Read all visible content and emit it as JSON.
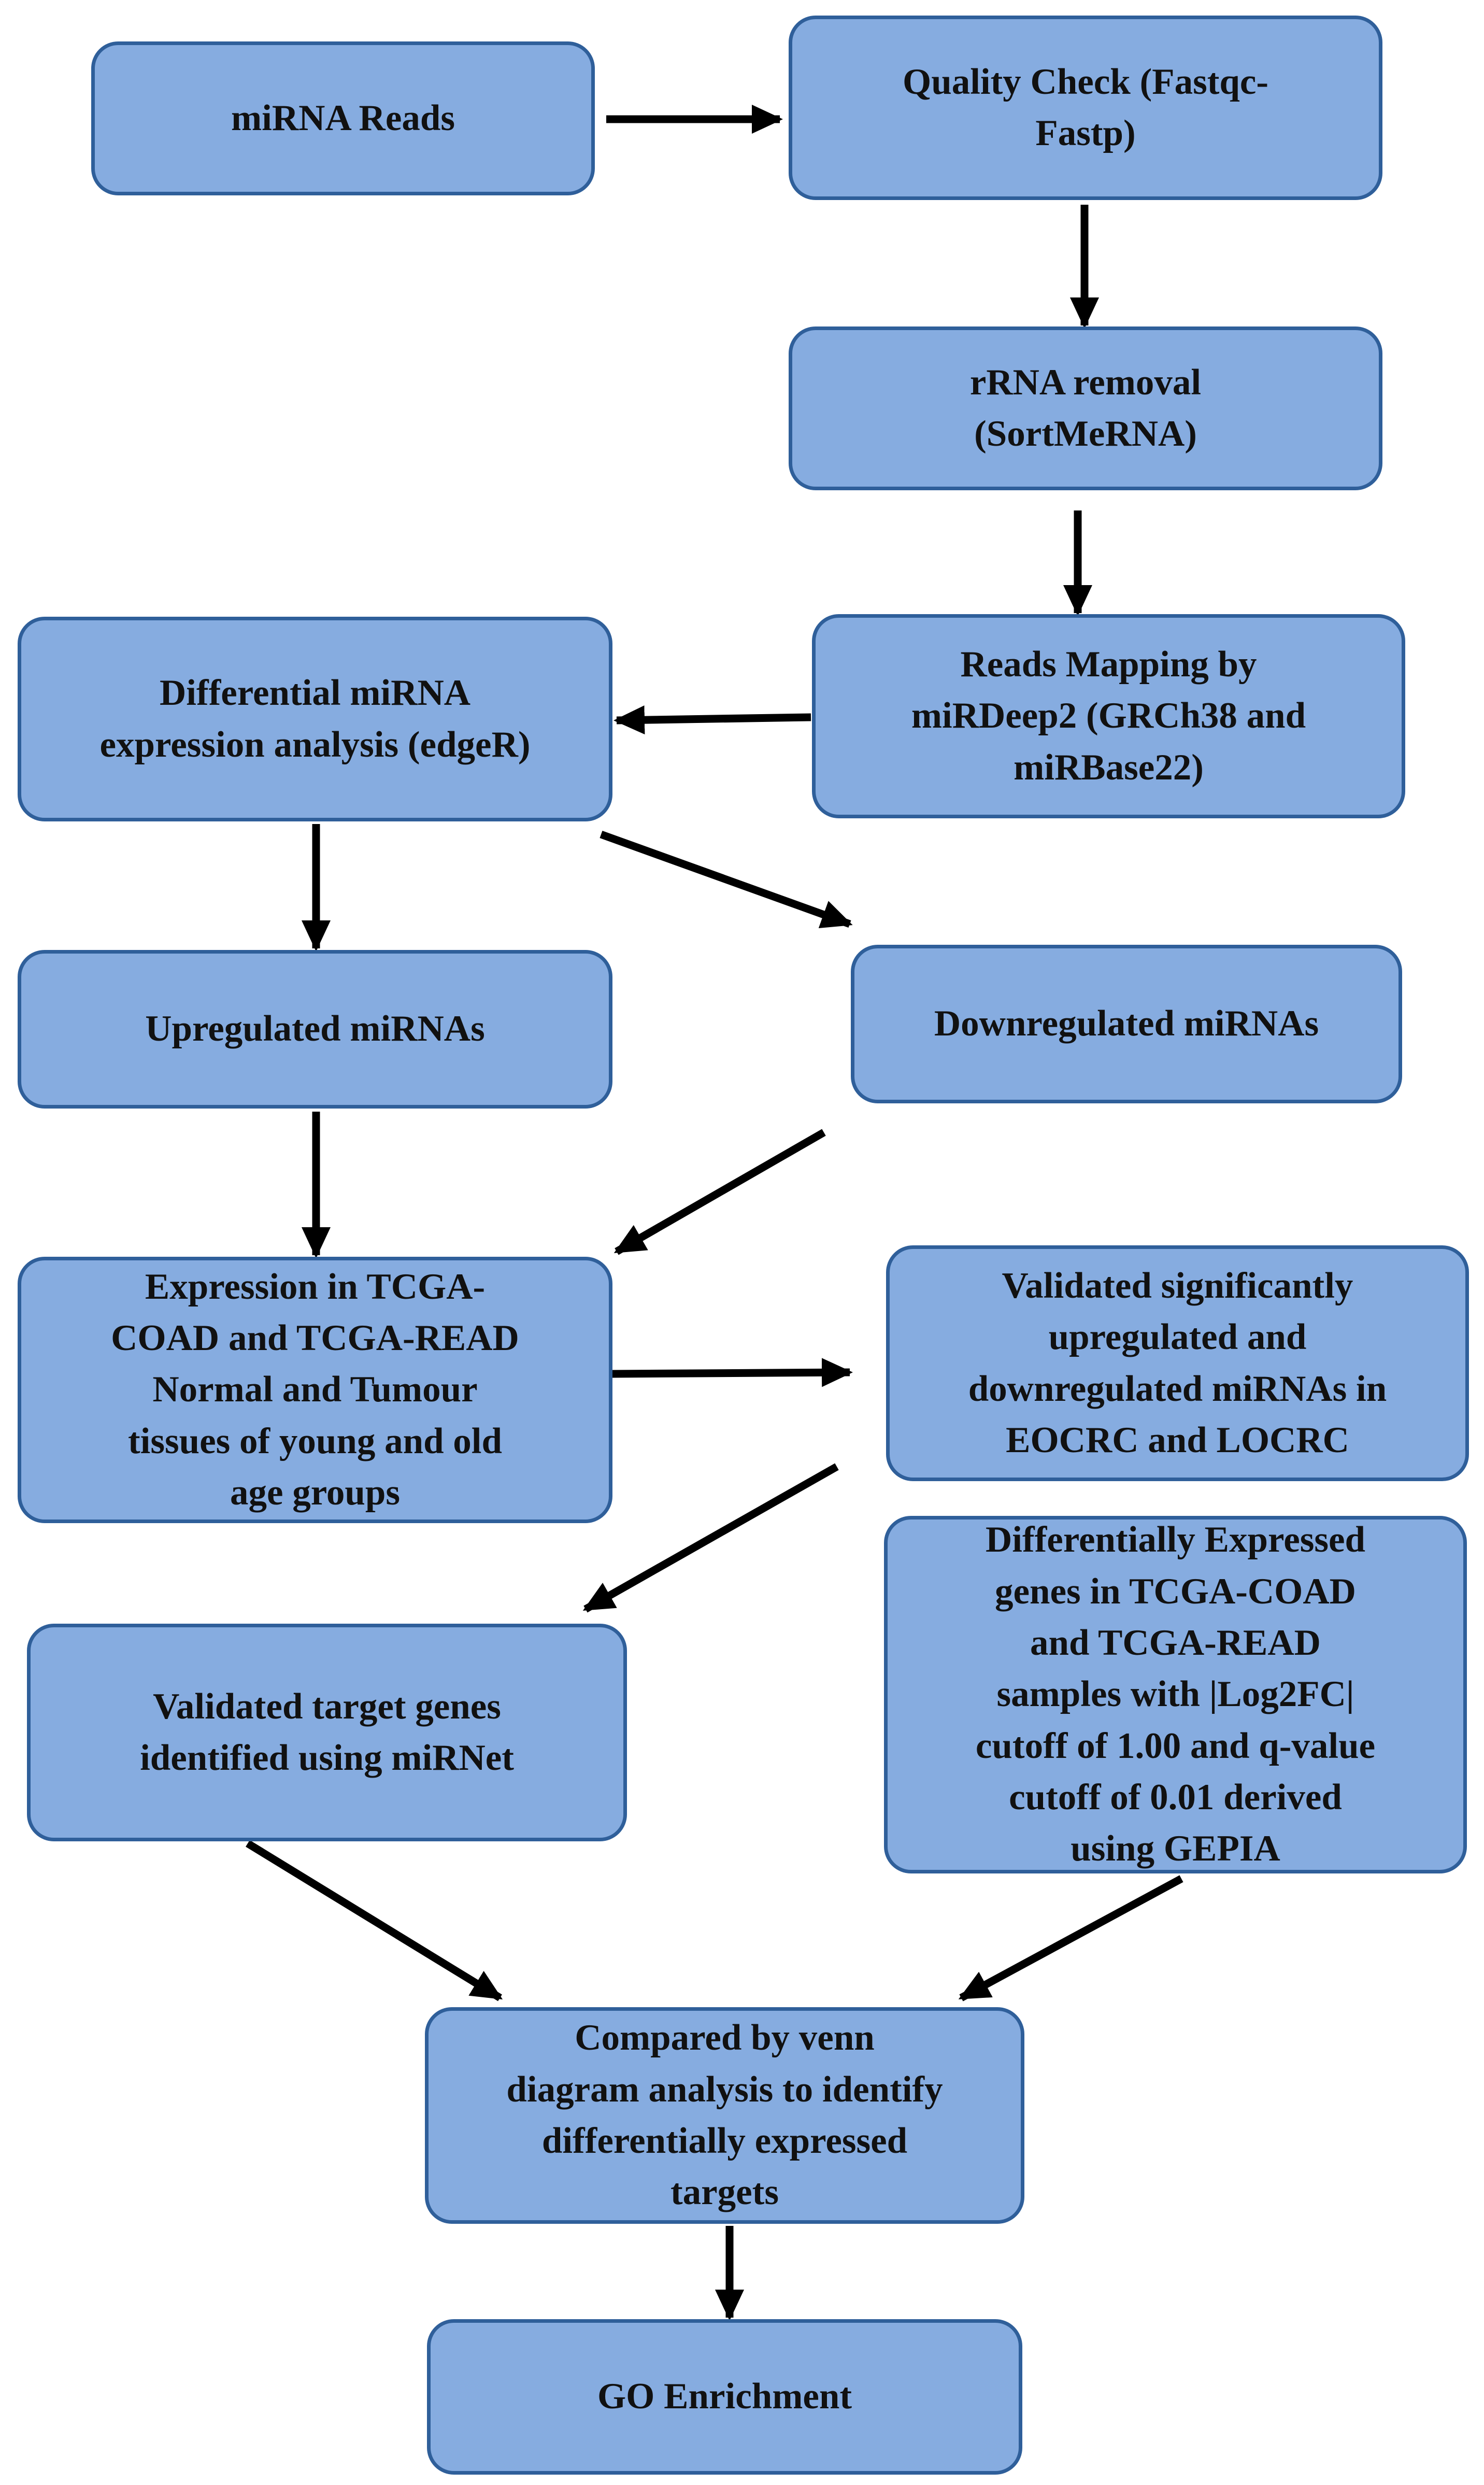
{
  "colors": {
    "box_fill": "#86ace0",
    "box_border": "#2f5f9a",
    "arrow": "#000000",
    "text": "#111111"
  },
  "nodes": {
    "mirna_reads": "miRNA Reads",
    "quality_check": "Quality Check (Fastqc-\nFastp)",
    "rrna_removal": "rRNA removal\n(SortMeRNA)",
    "reads_mapping": "Reads Mapping by\nmiRDeep2 (GRCh38 and\nmiRBase22)",
    "differential_expression": "Differential miRNA\nexpression analysis (edgeR)",
    "upregulated": "Upregulated miRNAs",
    "downregulated": "Downregulated miRNAs",
    "tcga_expression": "Expression in TCGA-\nCOAD and TCGA-READ\nNormal and Tumour\ntissues of young and old\nage groups",
    "validated_mirnas": "Validated significantly\nupregulated and\ndownregulated miRNAs in\nEOCRC and LOCRC",
    "target_genes": "Validated target genes\nidentified using miRNet",
    "deg_gepia": "Differentially Expressed\ngenes in TCGA-COAD\nand TCGA-READ\nsamples with |Log2FC|\ncutoff of 1.00 and q-value\ncutoff of 0.01 derived\nusing GEPIA",
    "venn_compare": "Compared by venn\ndiagram analysis to identify\ndifferentially expressed\ntargets",
    "go_enrichment": "GO Enrichment"
  },
  "edges": [
    {
      "from": "mirna_reads",
      "to": "quality_check"
    },
    {
      "from": "quality_check",
      "to": "rrna_removal"
    },
    {
      "from": "rrna_removal",
      "to": "reads_mapping"
    },
    {
      "from": "reads_mapping",
      "to": "differential_expression"
    },
    {
      "from": "differential_expression",
      "to": "upregulated"
    },
    {
      "from": "differential_expression",
      "to": "downregulated"
    },
    {
      "from": "upregulated",
      "to": "tcga_expression"
    },
    {
      "from": "downregulated",
      "to": "tcga_expression"
    },
    {
      "from": "tcga_expression",
      "to": "validated_mirnas"
    },
    {
      "from": "validated_mirnas",
      "to": "target_genes"
    },
    {
      "from": "target_genes",
      "to": "venn_compare"
    },
    {
      "from": "deg_gepia",
      "to": "venn_compare"
    },
    {
      "from": "venn_compare",
      "to": "go_enrichment"
    }
  ]
}
